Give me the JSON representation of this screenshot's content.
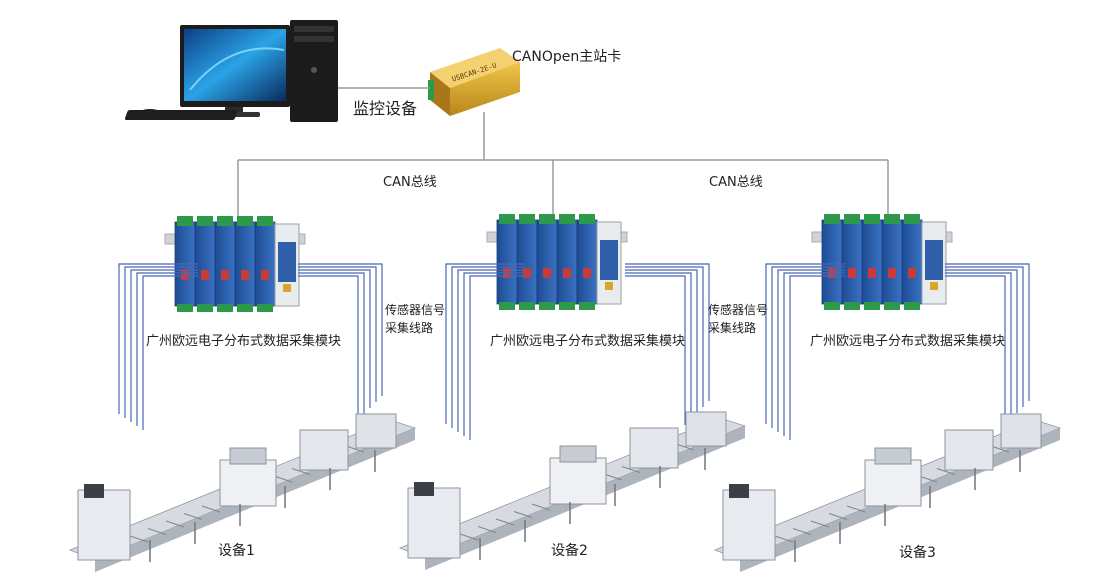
{
  "labels": {
    "monitor": "监控设备",
    "master_card": "CANOpen主站卡",
    "card_print": "USBCAN-2E-U",
    "bus_left": "CAN总线",
    "bus_right": "CAN总线",
    "sensor_left": [
      "传感器信号",
      "采集线路"
    ],
    "sensor_right": [
      "传感器信号",
      "采集线路"
    ],
    "module_1": "广州欧远电子分布式数据采集模块",
    "module_2": "广州欧远电子分布式数据采集模块",
    "module_3": "广州欧远电子分布式数据采集模块",
    "device_1": "设备1",
    "device_2": "设备2",
    "device_3": "设备3"
  },
  "colors": {
    "bus_line": "#9a9a9a",
    "sensor_line": "#4a68b8",
    "module_body": "#2f5fa8",
    "terminal_green": "#2c9a4a",
    "card_gold": "#d9a92c",
    "machine_gray": "#c9ced6"
  }
}
